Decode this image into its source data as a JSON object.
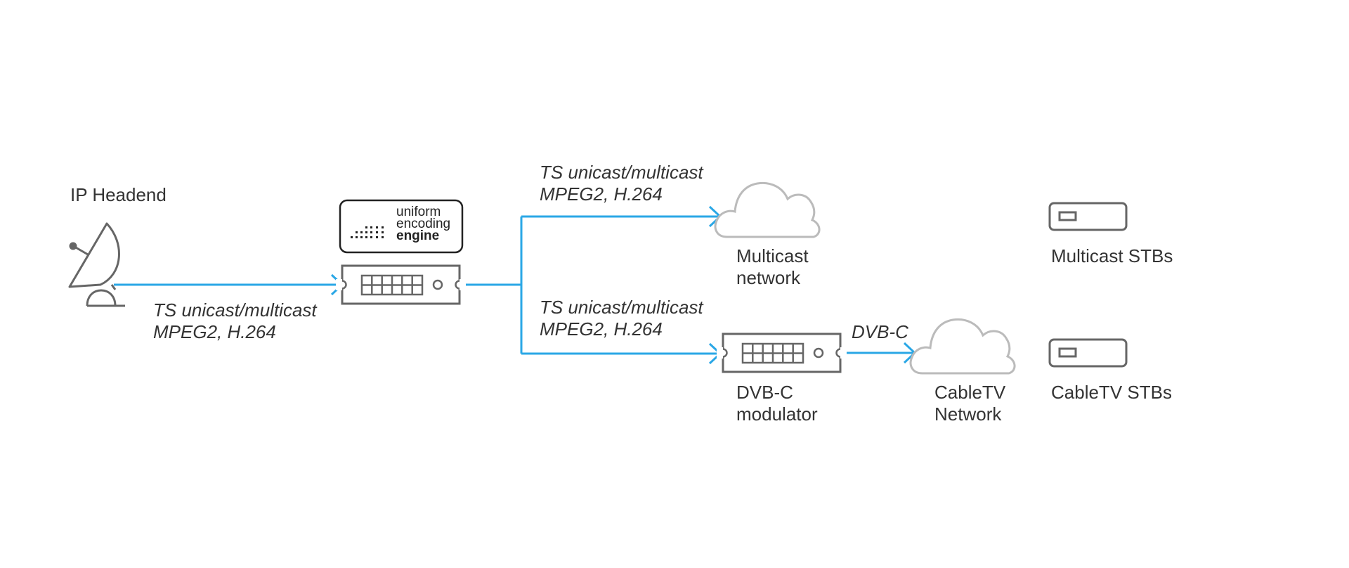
{
  "labels": {
    "ip_headend": "IP Headend",
    "stream_in_line1": "TS unicast/multicast",
    "stream_in_line2": "MPEG2, H.264",
    "stream_top_line1": "TS unicast/multicast",
    "stream_top_line2": "MPEG2, H.264",
    "stream_bottom_line1": "TS unicast/multicast",
    "stream_bottom_line2": "MPEG2, H.264",
    "multicast_network_line1": "Multicast",
    "multicast_network_line2": "network",
    "modulator_line1": "DVB-C",
    "modulator_line2": "modulator",
    "dvbc_link": "DVB-C",
    "cabletv_network_line1": "CableTV",
    "cabletv_network_line2": "Network",
    "multicast_stbs": "Multicast STBs",
    "cabletv_stbs": "CableTV STBs"
  },
  "logo": {
    "line1": "uniform",
    "line2": "encoding",
    "line3": "engine"
  },
  "colors": {
    "flow": "#2aa7e6",
    "device": "#666666",
    "cloud": "#bbbbbb",
    "text": "#333333"
  },
  "icons": {
    "source": "satellite-dish-icon",
    "encoder": "rack-device-icon",
    "networks": "cloud-icon",
    "receivers": "set-top-box-icon"
  }
}
